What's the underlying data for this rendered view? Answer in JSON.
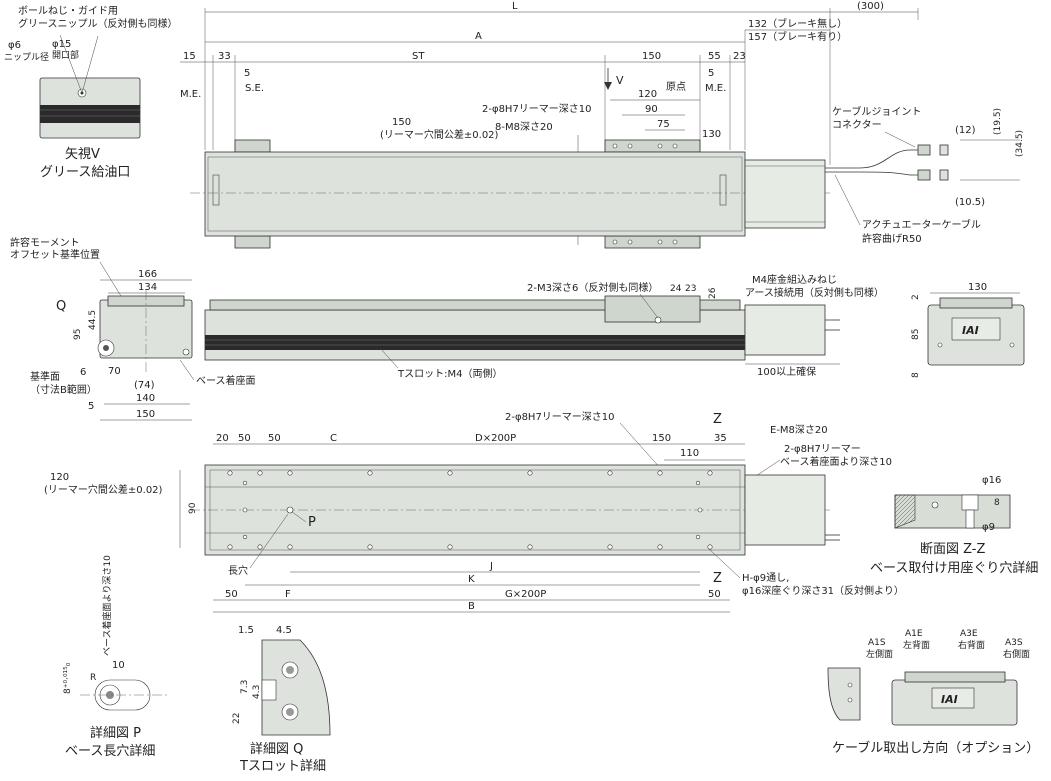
{
  "colors": {
    "body": "#dde3dc",
    "slot": "#2a2a2a",
    "line": "#333333"
  },
  "top_view": {
    "dim_L": "L",
    "dim_300": "(300)",
    "dim_A": "A",
    "brake_none": "132（ブレーキ無し）",
    "brake_with": "157（ブレーキ有り）",
    "dim_15": "15",
    "dim_33": "33",
    "dim_ST": "ST",
    "dim_150": "150",
    "dim_55": "55",
    "dim_23": "23",
    "me_left": "M.E.",
    "me_right": "M.E.",
    "se": "S.E.",
    "dim_5a": "5",
    "dim_5b": "5",
    "view_v": "V",
    "origin": "原点",
    "dim_120": "120",
    "dim_90": "90",
    "dim_75": "75",
    "dim_130": "130",
    "reamer_note": "2-φ8H7リーマー深さ10",
    "m8_note": "8-M8深さ20",
    "reamer_pitch_150": "150",
    "reamer_pitch_tol": "(リーマー穴間公差±0.02)",
    "cable_joint_1": "ケーブルジョイント",
    "cable_joint_2": "コネクター",
    "dim_12": "(12)",
    "dim_195": "(19.5)",
    "dim_345": "(34.5)",
    "dim_105": "(10.5)",
    "act_cable_1": "アクチュエーターケーブル",
    "act_cable_2": "許容曲げR50"
  },
  "view_v": {
    "ballscrew_1": "ボールねじ・ガイド用",
    "ballscrew_2": "グリースニップル（反対側も同様）",
    "phi6": "φ6",
    "nipple": "ニップル径",
    "phi15": "φ15",
    "opening": "開口部",
    "caption_1": "矢視V",
    "caption_2": "グリース給油口"
  },
  "end_view": {
    "moment_1": "許容モーメント",
    "moment_2": "オフセット基準位置",
    "dim_166": "166",
    "dim_134": "134",
    "q": "Q",
    "dim_95": "95",
    "dim_445": "44.5",
    "dim_6": "6",
    "dim_70": "70",
    "ref_1": "基準面",
    "ref_2": "（寸法B範囲）",
    "dim_74": "(74)",
    "dim_5": "5",
    "dim_140": "140",
    "dim_150": "150",
    "base_face": "ベース着座面"
  },
  "side_view": {
    "m3_note": "2-M3深さ6（反対側も同様）",
    "dim_24": "24",
    "dim_23": "23",
    "dim_26": "26",
    "m4_1": "M4座金組込みねじ",
    "m4_2": "アース接続用（反対側も同様）",
    "tslot": "Tスロット:M4（両側）",
    "clearance": "100以上確保"
  },
  "right_section": {
    "dim_130": "130",
    "dim_2": "2",
    "dim_85": "85",
    "dim_8": "8",
    "logo": "IAI"
  },
  "bottom_view": {
    "dim_20": "20",
    "dim_50a": "50",
    "dim_50b": "50",
    "dim_C": "C",
    "dim_D": "D×200P",
    "dim_150": "150",
    "dim_35": "35",
    "dim_110": "110",
    "z_top": "Z",
    "z_bottom": "Z",
    "reamer_top": "2-φ8H7リーマー深さ10",
    "e_m8": "E-M8深さ20",
    "reamer_base_1": "2-φ8H7リーマー",
    "reamer_base_2": "ベース着座面より深さ10",
    "pitch_120": "120",
    "pitch_tol": "(リーマー穴間公差±0.02)",
    "dim_90": "90",
    "p": "P",
    "slot": "長穴",
    "dim_J": "J",
    "dim_K": "K",
    "dim_50c": "50",
    "dim_F": "F",
    "dim_G": "G×200P",
    "dim_50d": "50",
    "dim_B": "B",
    "h_note_1": "H-φ9通し,",
    "h_note_2": "φ16深座ぐり深さ31（反対側より）"
  },
  "section_zz": {
    "phi16": "φ16",
    "dim_8": "8",
    "phi9": "φ9",
    "caption_1": "断面図 Z-Z",
    "caption_2": "ベース取付け用座ぐり穴詳細"
  },
  "detail_p": {
    "depth_note": "ベース着座面より深さ10",
    "tol": "8⁺⁰·⁰¹⁵₀",
    "dim_10": "10",
    "r": "R",
    "caption_1": "詳細図 P",
    "caption_2": "ベース長穴詳細"
  },
  "detail_q": {
    "dim_15": "1.5",
    "dim_45": "4.5",
    "dim_73": "7.3",
    "dim_43": "4.3",
    "dim_22": "22",
    "caption_1": "詳細図 Q",
    "caption_2": "Tスロット詳細"
  },
  "cable_dir": {
    "a1s_1": "A1S",
    "a1s_2": "左側面",
    "a1e_1": "A1E",
    "a1e_2": "左背面",
    "a3e_1": "A3E",
    "a3e_2": "右背面",
    "a3s_1": "A3S",
    "a3s_2": "右側面",
    "logo": "IAI",
    "caption": "ケーブル取出し方向（オプション）"
  }
}
